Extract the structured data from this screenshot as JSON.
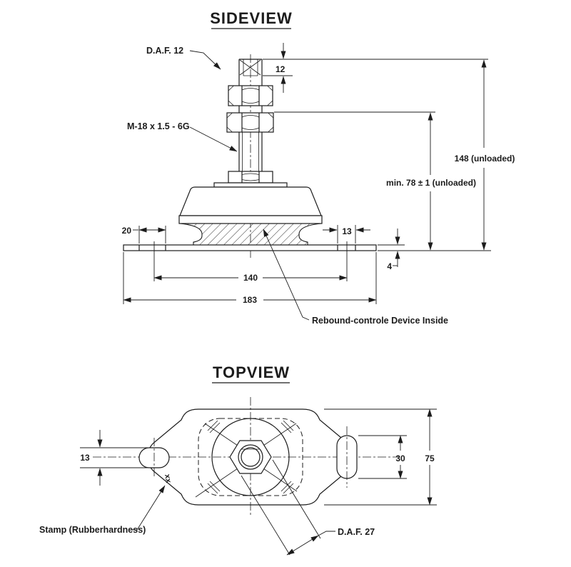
{
  "drawing": {
    "side_view": {
      "title": "SIDEVIEW",
      "label_daf": "D.A.F. 12",
      "label_thread": "M-18 x 1.5 - 6G",
      "label_rebound": "Rebound-controle Device Inside",
      "dim_socket_depth": "12",
      "dim_total_height": "148 (unloaded)",
      "dim_min_height": "min. 78 ± 1 (unloaded)",
      "dim_slot_length": "20",
      "dim_slot_width": "13",
      "dim_plate_thickness": "4",
      "dim_hole_spacing": "140",
      "dim_plate_length": "183"
    },
    "top_view": {
      "title": "TOPVIEW",
      "label_stamp": "Stamp (Rubberhardness)",
      "stamp_mark": "xx",
      "label_daf": "D.A.F. 27",
      "dim_slot_width": "13",
      "dim_slot_length": "30",
      "dim_plate_width": "75"
    },
    "colors": {
      "line": "#1c1c1c",
      "background": "#ffffff"
    }
  }
}
